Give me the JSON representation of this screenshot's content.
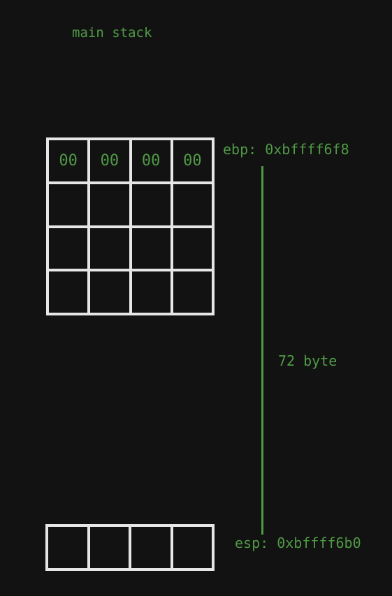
{
  "title": "main stack",
  "ebp_label": "ebp: 0xbffff6f8",
  "esp_label": "esp: 0xbffff6b0",
  "size_label": "72 byte",
  "stack_rows": [
    [
      "00",
      "00",
      "00",
      "00"
    ],
    [
      "",
      "",
      "",
      ""
    ],
    [
      "",
      "",
      "",
      ""
    ],
    [
      "",
      "",
      "",
      ""
    ]
  ],
  "bottom_row": [
    "",
    "",
    "",
    ""
  ],
  "colors": {
    "background": "#121212",
    "accent": "#4f9a45",
    "grid": "#e6e6e6"
  }
}
